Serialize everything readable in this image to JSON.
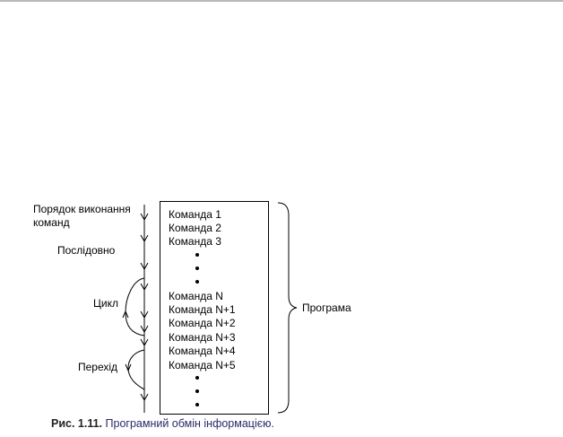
{
  "labels": {
    "order_line1": "Порядок виконання",
    "order_line2": "команд",
    "sequential": "Послідовно",
    "loop": "Цикл",
    "jump": "Перехід",
    "program": "Програма"
  },
  "commands": [
    "Команда 1",
    "Команда 2",
    "Команда 3",
    "Команда N",
    "Команда N+1",
    "Команда N+2",
    "Команда N+3",
    "Команда N+4",
    "Команда N+5"
  ],
  "caption": {
    "figure": "Рис. 1.11.",
    "text": "Програмний обмін інформацією."
  }
}
